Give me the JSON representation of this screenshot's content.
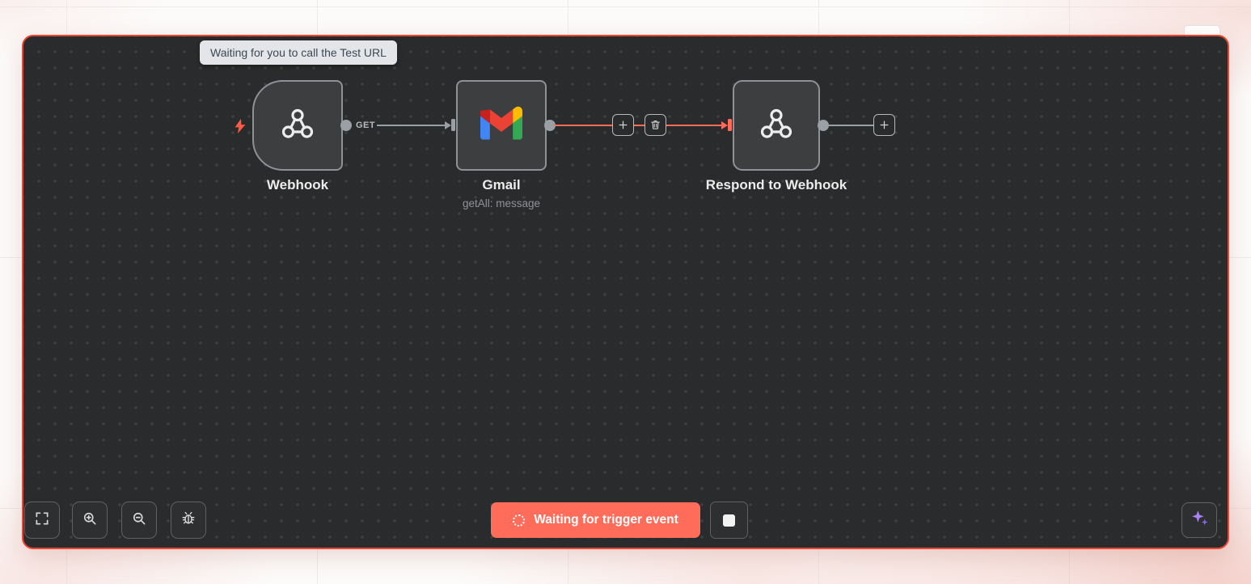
{
  "canvas": {
    "background": "#2a2b2c",
    "dot_color": "#3f4040",
    "border_color": "#ee4430",
    "state": "executing"
  },
  "tooltip": {
    "text": "Waiting for you to call the Test URL"
  },
  "workflow": {
    "nodes": [
      {
        "id": "webhook",
        "label": "Webhook",
        "subtitle": "",
        "type": "trigger",
        "icon": "webhook-icon"
      },
      {
        "id": "gmail",
        "label": "Gmail",
        "subtitle": "getAll: message",
        "type": "action",
        "icon": "gmail-icon"
      },
      {
        "id": "respond-to-webhook",
        "label": "Respond to Webhook",
        "subtitle": "",
        "type": "action",
        "icon": "webhook-icon"
      }
    ],
    "connections": [
      {
        "from": "webhook",
        "to": "gmail",
        "label": "GET",
        "state": "idle"
      },
      {
        "from": "gmail",
        "to": "respond-to-webhook",
        "label": "",
        "state": "running"
      },
      {
        "from": "respond-to-webhook",
        "to": "new-node",
        "label": "",
        "state": "idle"
      }
    ]
  },
  "controls": {
    "bottom_left": [
      {
        "name": "fit-view"
      },
      {
        "name": "zoom-in"
      },
      {
        "name": "zoom-out"
      },
      {
        "name": "debug"
      }
    ],
    "status": {
      "label": "Waiting for trigger event",
      "color": "#ff6d5a"
    },
    "stop": {
      "name": "stop-execution"
    },
    "assistant": {
      "name": "ai-assistant"
    }
  },
  "colors": {
    "accent": "#ff6d5a",
    "connection_idle": "#999fa5",
    "node_border": "#8e9297",
    "node_background": "#3d3e40",
    "label": "#ececec",
    "subtitle": "#8f9296",
    "assistant_purple": "#a983f7"
  }
}
